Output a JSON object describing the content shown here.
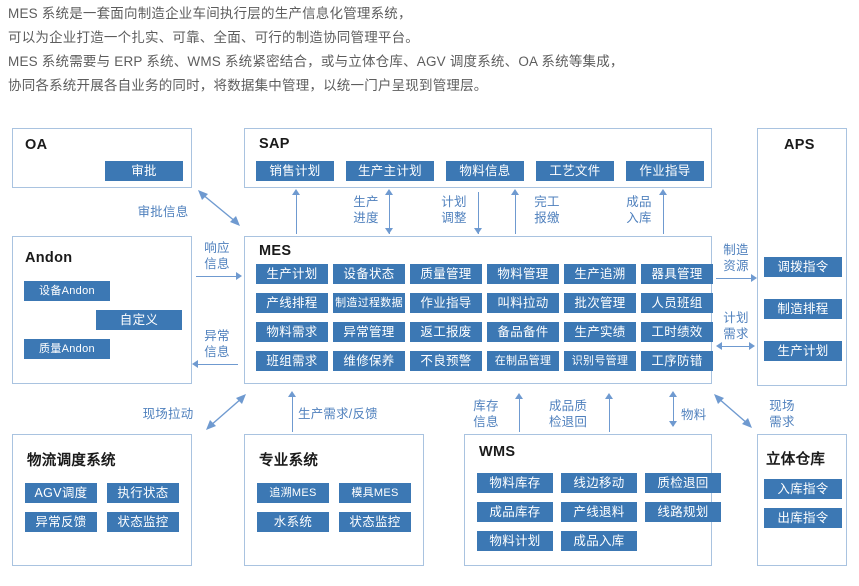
{
  "intro": {
    "lines": [
      "MES 系统是一套面向制造企业车间执行层的生产信息化管理系统，",
      "可以为企业打造一个扎实、可靠、全面、可行的制造协同管理平台。",
      "MES 系统需要与 ERP 系统、WMS 系统紧密结合，或与立体仓库、AGV 调度系统、OA 系统等集成，",
      "协同各系统开展各自业务的同时，将数据集中管理，以统一门户呈现到管理层。"
    ]
  },
  "colors": {
    "tag_blue": "#3c78b4",
    "box_border": "#a9c3e0",
    "label_blue": "#4f80bd",
    "arrow_blue": "#6f9ad0",
    "intro_text": "#5d5d5d"
  },
  "boxes": {
    "oa": {
      "title": "OA",
      "tags": [
        "审批"
      ]
    },
    "sap": {
      "title": "SAP",
      "tags": [
        "销售计划",
        "生产主计划",
        "物料信息",
        "工艺文件",
        "作业指导"
      ]
    },
    "aps": {
      "title": "APS",
      "tags": [
        "调拨指令",
        "制造排程",
        "生产计划"
      ]
    },
    "andon": {
      "title": "Andon",
      "tags": [
        "设备Andon",
        "自定义",
        "质量Andon"
      ]
    },
    "mes": {
      "title": "MES",
      "tags": [
        "生产计划",
        "设备状态",
        "质量管理",
        "物料管理",
        "生产追溯",
        "器具管理",
        "产线排程",
        "制造过程数据",
        "作业指导",
        "叫料拉动",
        "批次管理",
        "人员班组",
        "物料需求",
        "异常管理",
        "返工报废",
        "备品备件",
        "生产实绩",
        "工时绩效",
        "班组需求",
        "维修保养",
        "不良预警",
        "在制品管理",
        "识别号管理",
        "工序防错"
      ]
    },
    "logistics": {
      "title": "物流调度系统",
      "tags": [
        "AGV调度",
        "执行状态",
        "异常反馈",
        "状态监控"
      ]
    },
    "pro": {
      "title": "专业系统",
      "tags": [
        "追溯MES",
        "模具MES",
        "水系统",
        "状态监控"
      ]
    },
    "wms": {
      "title": "WMS",
      "tags": [
        "物料库存",
        "线边移动",
        "质检退回",
        "成品库存",
        "产线退料",
        "线路规划",
        "物料计划",
        "成品入库"
      ]
    },
    "warehouse": {
      "title": "立体仓库",
      "tags": [
        "入库指令",
        "出库指令"
      ]
    }
  },
  "connectors": {
    "oa_mes": "审批信息",
    "andon_resp": "响应\n信息",
    "andon_abn": "异常\n信息",
    "sap_progress": "生产\n进度",
    "sap_planadj": "计划\n调整",
    "sap_finish": "完工\n报缴",
    "sap_stockin": "成品\n入库",
    "aps_resource": "制造\n资源",
    "aps_demand": "计划\n需求",
    "site_pull": "现场拉动",
    "prod_demand": "生产需求/反馈",
    "stock_info": "库存\n信息",
    "qc_return": "成品质\n检退回",
    "material": "物料",
    "site_need": "现场\n需求"
  }
}
